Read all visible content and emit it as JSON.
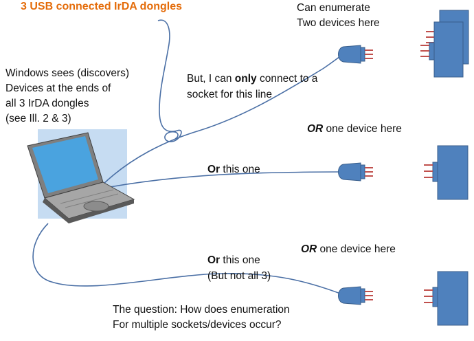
{
  "title": "3 USB connected IrDA dongles",
  "windows_note": [
    "Windows sees (discovers)",
    "Devices at the ends of",
    "all 3 IrDA dongles",
    "(see Ill. 2 & 3)"
  ],
  "enumerate_note": [
    "Can enumerate",
    "Two devices here"
  ],
  "line1_note": {
    "pre": "But, I can ",
    "bold": "only",
    "post": " connect to a",
    "line2": "socket for this line"
  },
  "or_device_top": {
    "bold": "OR",
    "rest": " one device here"
  },
  "or_this_one_mid": {
    "bold": "Or",
    "rest": " this one"
  },
  "or_device_bottom": {
    "bold": "OR",
    "rest": " one device here"
  },
  "or_this_one_bottom": {
    "bold": "Or",
    "rest": " this one",
    "line2": "(But not all 3)"
  },
  "question": [
    "The question:  How does enumeration",
    "For multiple sockets/devices occur?"
  ],
  "colors": {
    "device": "#4f81bd",
    "device_stroke": "#385d8a",
    "cable": "#4a6fa5",
    "screen": "#4aa3df",
    "highlight": "#c6dcf2",
    "title": "#e46c0a",
    "pins": "#c0504d"
  }
}
